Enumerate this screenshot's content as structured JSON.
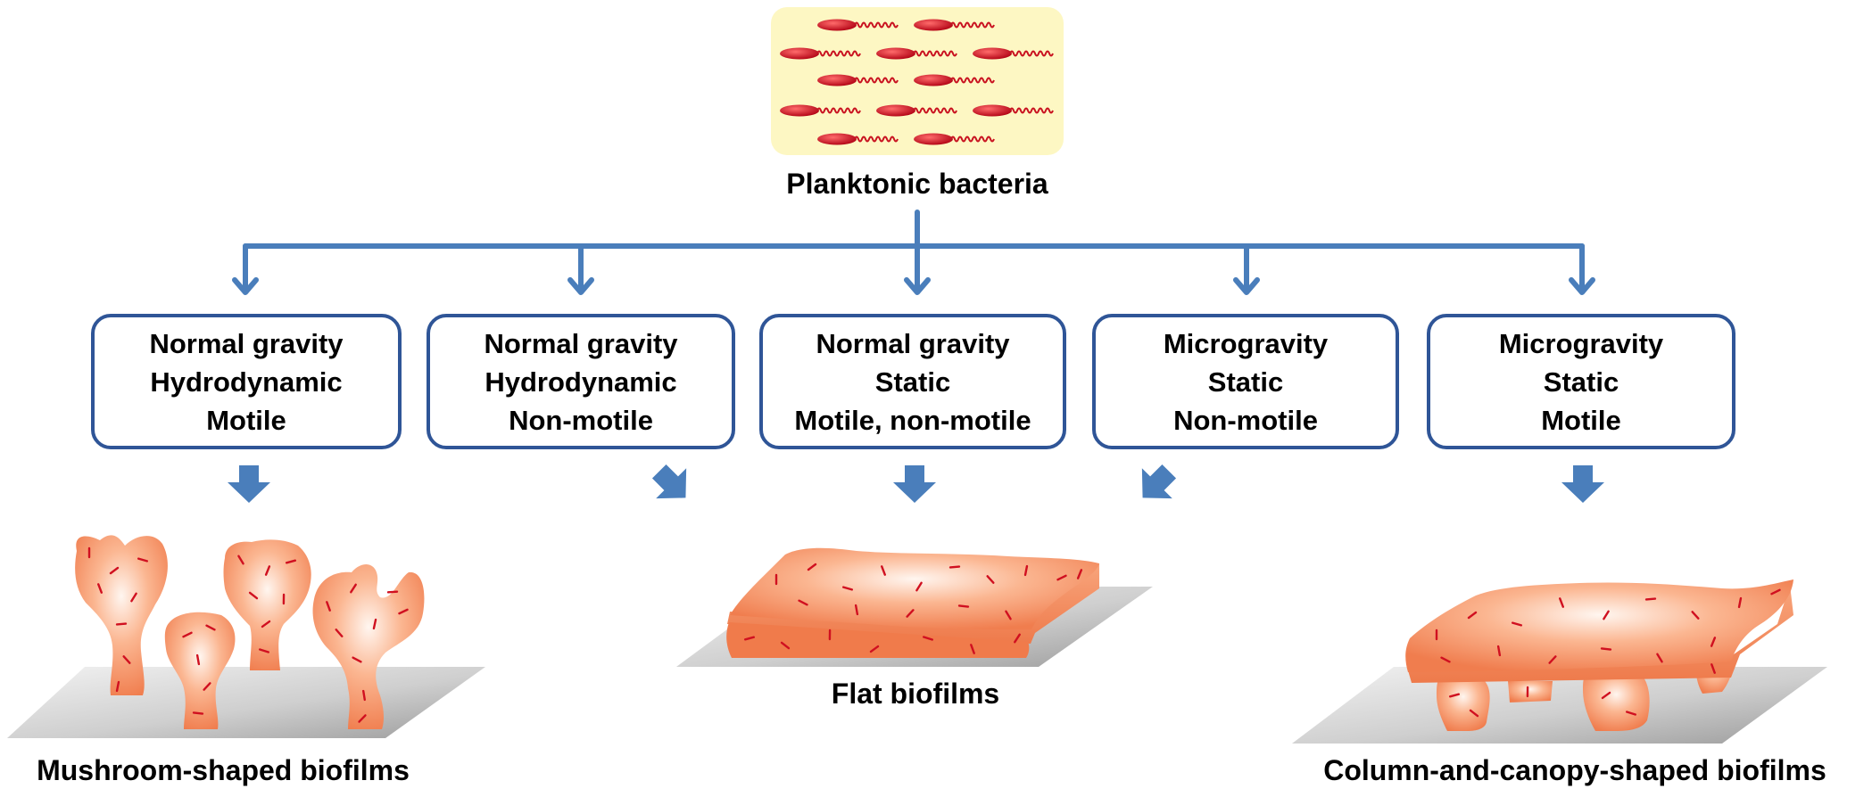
{
  "source": {
    "label": "Planktonic bacteria"
  },
  "conditions": [
    {
      "lines": [
        "Normal gravity",
        "Hydrodynamic",
        "Motile"
      ]
    },
    {
      "lines": [
        "Normal gravity",
        "Hydrodynamic",
        "Non-motile"
      ]
    },
    {
      "lines": [
        "Normal gravity",
        "Static",
        "Motile, non-motile"
      ]
    },
    {
      "lines": [
        "Microgravity",
        "Static",
        "Non-motile"
      ]
    },
    {
      "lines": [
        "Microgravity",
        "Static",
        "Motile"
      ]
    }
  ],
  "outcomes": [
    {
      "label": "Mushroom-shaped biofilms"
    },
    {
      "label": "Flat biofilms"
    },
    {
      "label": "Column-and-canopy-shaped biofilms"
    }
  ],
  "colors": {
    "connector": "#4a7ebb",
    "box_border": "#2f5597",
    "bacteria": "#c8101e",
    "bacteria_panel": "#fdf7c3",
    "biofilm": "#f5996f",
    "surface": "#c9c9c9",
    "dots": "#d01020"
  }
}
